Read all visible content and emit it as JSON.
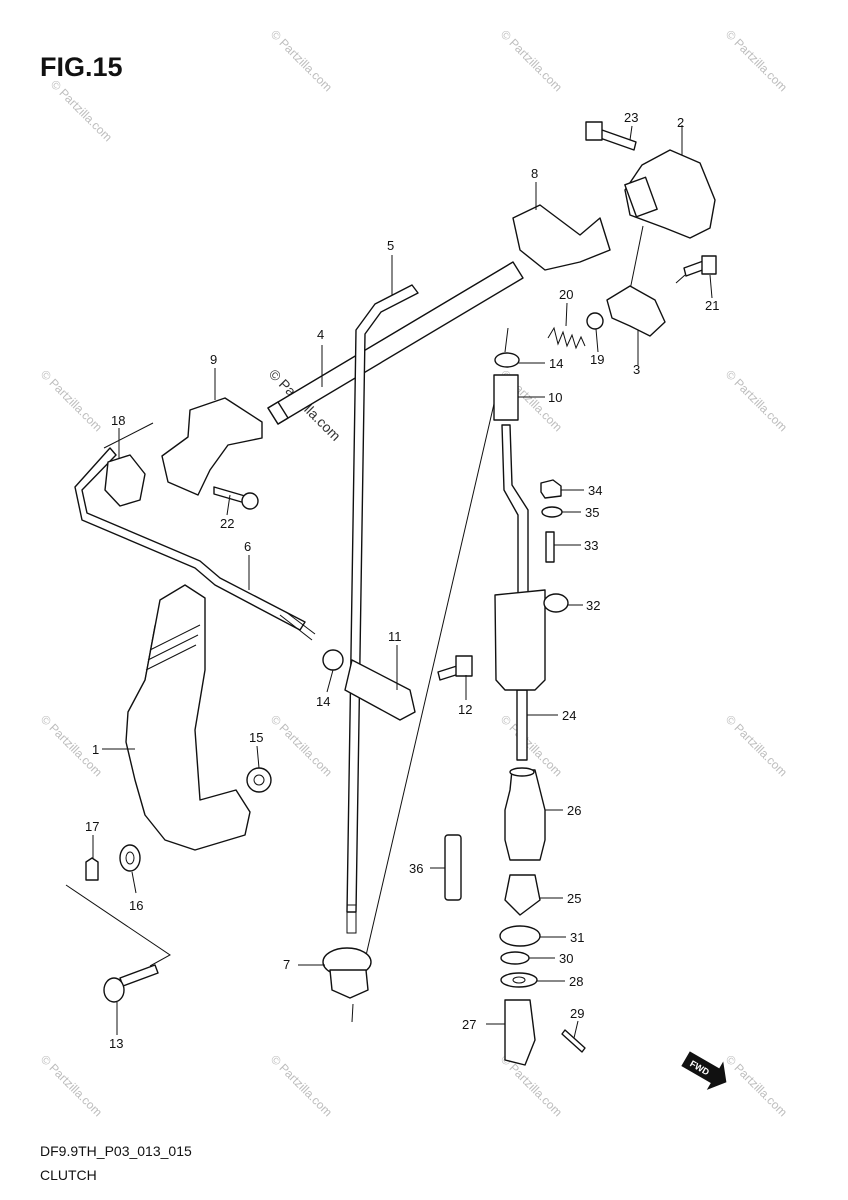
{
  "figure": {
    "title": "FIG.15",
    "code": "DF9.9TH_P03_013_015",
    "name": "CLUTCH"
  },
  "watermark": "© Partzilla.com",
  "fwd_label": "FWD",
  "callouts": [
    "1",
    "2",
    "3",
    "4",
    "5",
    "6",
    "7",
    "8",
    "9",
    "10",
    "11",
    "12",
    "13",
    "14",
    "14",
    "15",
    "16",
    "17",
    "18",
    "19",
    "20",
    "21",
    "22",
    "23",
    "24",
    "25",
    "26",
    "27",
    "28",
    "29",
    "30",
    "31",
    "32",
    "33",
    "34",
    "35",
    "36"
  ]
}
